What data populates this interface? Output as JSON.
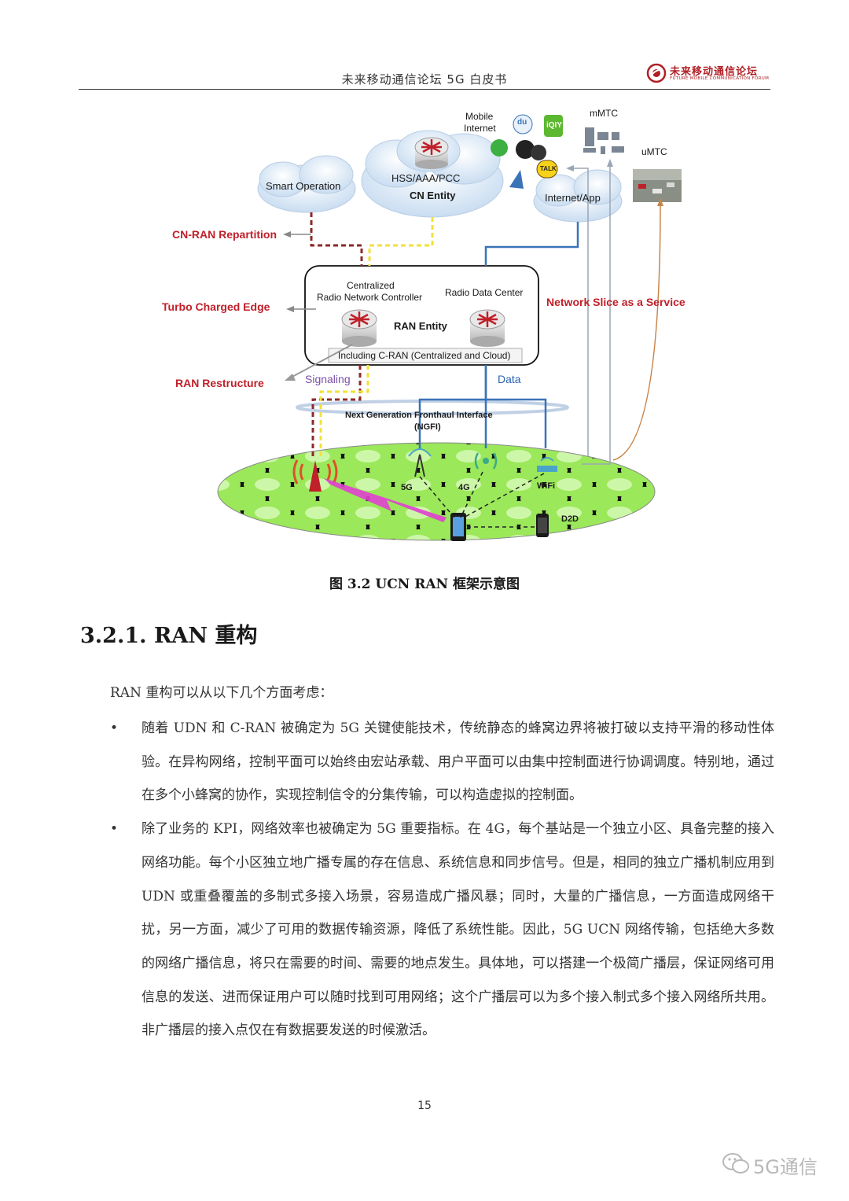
{
  "header": {
    "title": "未来移动通信论坛 5G 白皮书",
    "logo": {
      "cn": "未来移动通信论坛",
      "en": "FUTURE MOBILE COMMUNICATION FORUM"
    }
  },
  "figure": {
    "labels": {
      "mobile_internet": "Mobile Internet",
      "mobile_line1": "Mobile",
      "mobile_line2": "Internet",
      "mmtc": "mMTC",
      "umtc": "uMTC",
      "smart_operation": "Smart Operation",
      "hss": "HSS/AAA/PCC",
      "cn_entity": "CN Entity",
      "internet_app": "Internet/App",
      "cn_ran_repartition": "CN-RAN Repartition",
      "centralized_line1": "Centralized",
      "centralized_line2": "Radio Network Controller",
      "radio_data_center": "Radio Data Center",
      "turbo_charged_edge": "Turbo Charged Edge",
      "ran_entity": "RAN Entity",
      "network_slice": "Network Slice as a Service",
      "including_cran": "Including C-RAN (Centralized and Cloud)",
      "ran_restructure": "RAN Restructure",
      "signaling": "Signaling",
      "data": "Data",
      "ngfi_line1": "Next Generation Fronthaul Interface",
      "ngfi_line2": "(NGFI)",
      "g5": "5G",
      "g4": "4G",
      "wifi": "WiFi",
      "d2d": "D2D",
      "du": "du",
      "iqiyi": "iQIY",
      "talk": "TALK"
    },
    "colors": {
      "red": "#c0202a",
      "cloud": "#dbe9f6",
      "signaling_dash": "#8b2a2a",
      "yellow_dash": "#f2e13a",
      "data_line": "#3a73b8",
      "cell_green": "#9be85a",
      "beam": "#e040d0"
    },
    "caption": "图 3.2 UCN RAN 框架示意图"
  },
  "section": {
    "heading": "3.2.1. RAN 重构",
    "intro": "RAN 重构可以从以下几个方面考虑：",
    "bullets": [
      "随着 UDN 和 C-RAN 被确定为 5G 关键使能技术，传统静态的蜂窝边界将被打破以支持平滑的移动性体验。在异构网络，控制平面可以始终由宏站承载、用户平面可以由集中控制面进行协调调度。特别地，通过在多个小蜂窝的协作，实现控制信令的分集传输，可以构造虚拟的控制面。",
      "除了业务的 KPI，网络效率也被确定为 5G 重要指标。在 4G，每个基站是一个独立小区、具备完整的接入网络功能。每个小区独立地广播专属的存在信息、系统信息和同步信号。但是，相同的独立广播机制应用到 UDN 或重叠覆盖的多制式多接入场景，容易造成广播风暴；同时，大量的广播信息，一方面造成网络干扰，另一方面，减少了可用的数据传输资源，降低了系统性能。因此，5G UCN 网络传输，包括绝大多数的网络广播信息，将只在需要的时间、需要的地点发生。具体地，可以搭建一个极简广播层，保证网络可用信息的发送、进而保证用户可以随时找到可用网络；这个广播层可以为多个接入制式多个接入网络所共用。非广播层的接入点仅在有数据要发送的时候激活。"
    ],
    "bullet_symbol": "•"
  },
  "page_number": "15",
  "watermark": "5G通信"
}
